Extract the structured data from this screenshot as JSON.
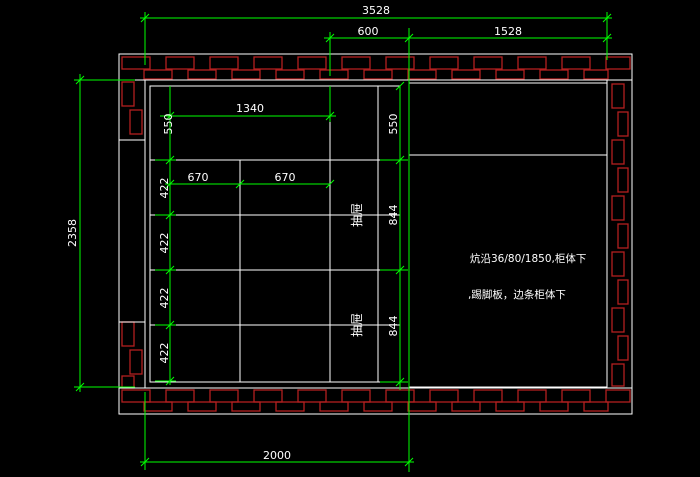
{
  "dimensions": {
    "total_width": "3528",
    "gap_width": "600",
    "right_width": "1528",
    "total_height": "2358",
    "bottom_width": "2000",
    "shelf_width": "1340",
    "top_height_left": "550",
    "top_height_right": "550",
    "half_width_a": "670",
    "half_width_b": "670",
    "row_heights": [
      "422",
      "422",
      "422",
      "422"
    ],
    "drawer_height_1": "844",
    "drawer_height_2": "844"
  },
  "labels": {
    "drawer_1": "抽屉",
    "drawer_2": "抽屉",
    "note_line_1": "炕沿36/80/1850,柜体下",
    "note_line_2": ",踢脚板，边条柜体下"
  },
  "colors": {
    "background": "#000000",
    "line": "#ffffff",
    "brick": "#b32020",
    "dimension": "#00ff00"
  }
}
